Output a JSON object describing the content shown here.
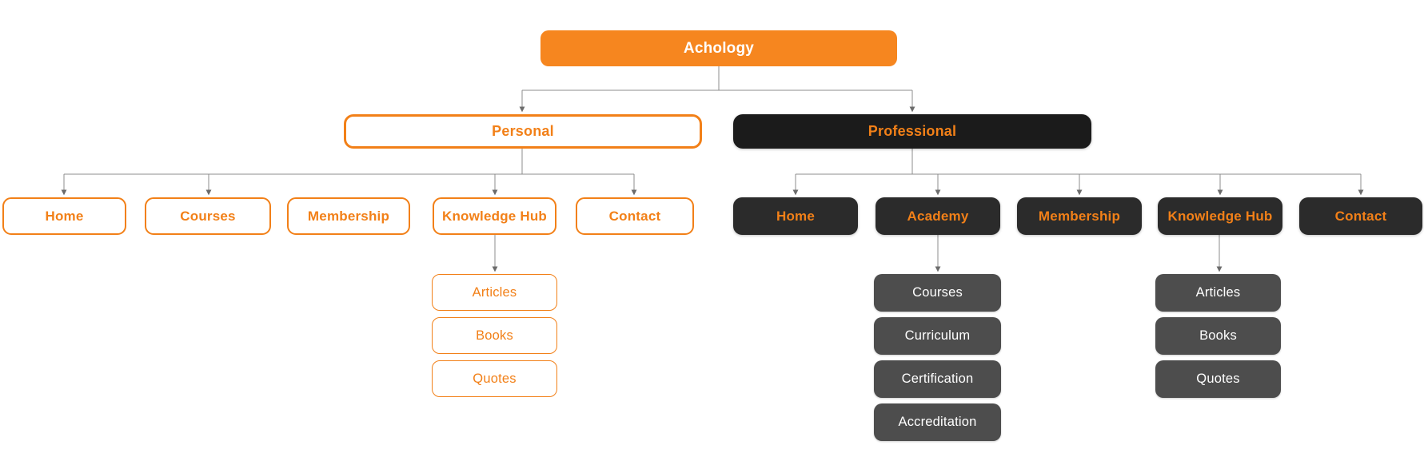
{
  "colors": {
    "accent": "#f28018",
    "brand_fill": "#f6861f",
    "dark_fill": "#1b1b1b",
    "nav_dark_fill": "#2b2b2b",
    "leaf_gray_fill": "#4d4d4d",
    "line": "#8c8c8c",
    "text_light": "#ffffff"
  },
  "root": {
    "label": "Achology"
  },
  "personal": {
    "label": "Personal",
    "nav": [
      "Home",
      "Courses",
      "Membership",
      "Knowledge Hub",
      "Contact"
    ],
    "knowledge_hub": [
      "Articles",
      "Books",
      "Quotes"
    ]
  },
  "professional": {
    "label": "Professional",
    "nav": [
      "Home",
      "Academy",
      "Membership",
      "Knowledge Hub",
      "Contact"
    ],
    "academy": [
      "Courses",
      "Curriculum",
      "Certification",
      "Accreditation"
    ],
    "knowledge_hub": [
      "Articles",
      "Books",
      "Quotes"
    ]
  }
}
